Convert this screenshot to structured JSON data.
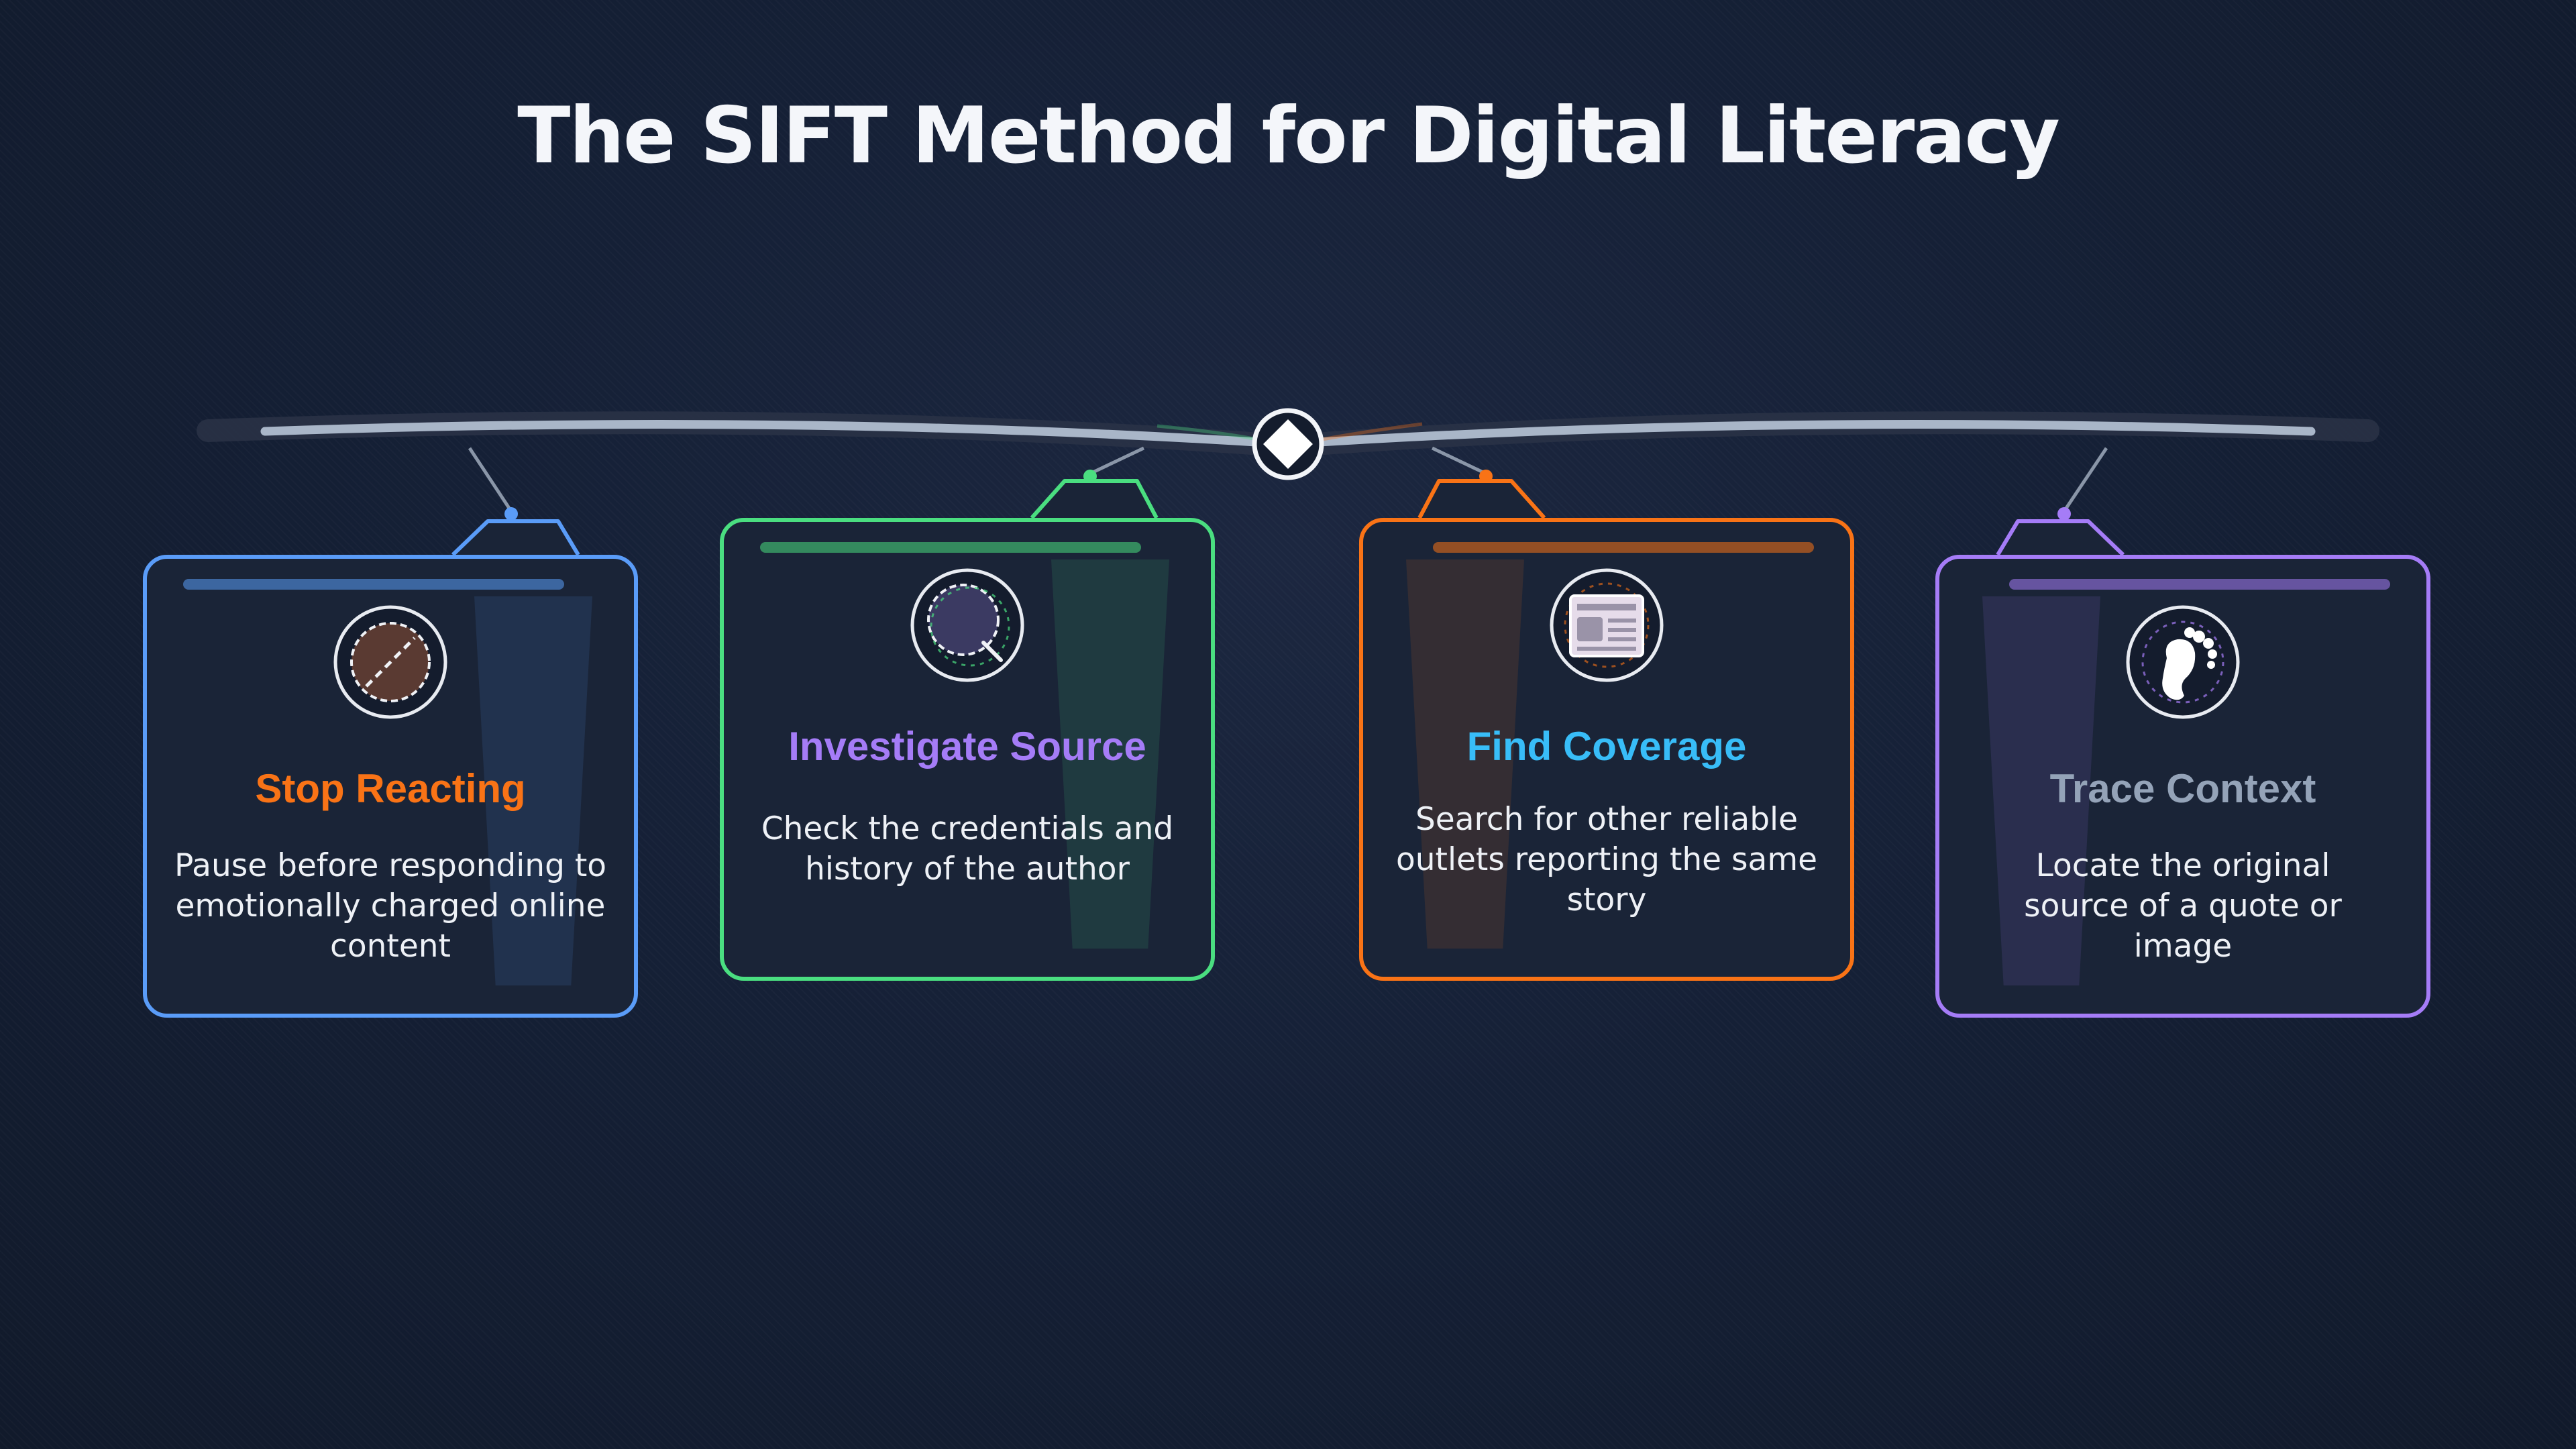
{
  "title": "The SIFT Method for Digital Literacy",
  "colors": {
    "background": "#131c2e",
    "card": "#1a2437",
    "stop": "#5a9cf8",
    "investigate": "#4ade80",
    "find": "#f97316",
    "trace": "#a57cf7"
  },
  "steps": [
    {
      "heading": "Stop Reacting",
      "heading_color": "#f97316",
      "border_color": "#5a9cf8",
      "icon": "stop-sign-icon",
      "description": "Pause before responding to emotionally charged online content"
    },
    {
      "heading": "Investigate Source",
      "heading_color": "#a57cf7",
      "border_color": "#4ade80",
      "icon": "magnifying-glass-icon",
      "description": "Check the credentials and history of the author"
    },
    {
      "heading": "Find Coverage",
      "heading_color": "#38bdf8",
      "border_color": "#f97316",
      "icon": "newspaper-icon",
      "description": "Search for other reliable outlets reporting the same story"
    },
    {
      "heading": "Trace Context",
      "heading_color": "#94a3b8",
      "border_color": "#a57cf7",
      "icon": "footprint-icon",
      "description": "Locate the original source of a quote or image"
    }
  ]
}
